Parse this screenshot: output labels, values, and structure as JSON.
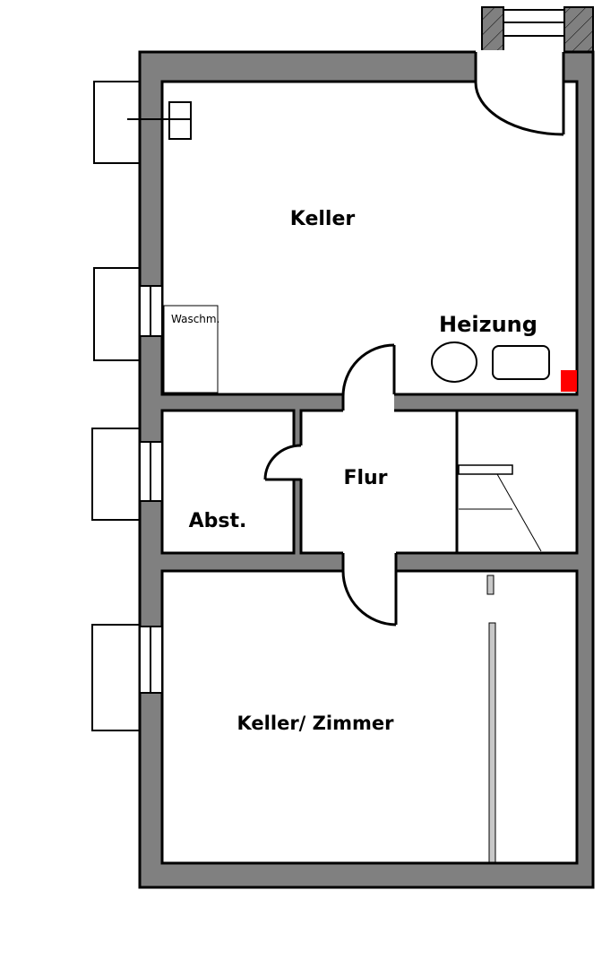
{
  "rooms": {
    "keller": "Keller",
    "heizung": "Heizung",
    "waschmaschine": "Waschm.",
    "flur": "Flur",
    "abstellraum": "Abst.",
    "keller_zimmer": "Keller/ Zimmer"
  },
  "colors": {
    "wall": "#808080",
    "outline": "#000000",
    "heating_marker": "#ff0000",
    "floor": "#ffffff"
  }
}
